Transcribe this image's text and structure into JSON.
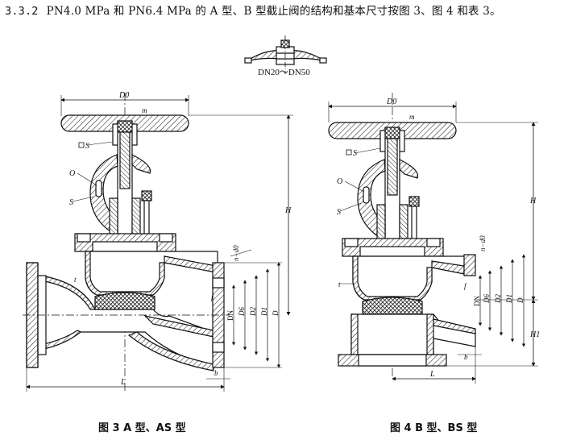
{
  "heading": {
    "number": "3.3.2",
    "text": "PN4.0 MPa 和 PN6.4 MPa 的 A 型、B 型截止阀的结构和基本尺寸按图 3、图 4 和表 3。"
  },
  "inset_label": "DN20～DN50",
  "figure_a": {
    "caption": "图 3   A 型、AS 型",
    "labels": {
      "D0": "D0",
      "m": "m",
      "S": "S",
      "O": "O",
      "S2": "S",
      "H": "H",
      "nd0": "n−d0",
      "f": "f",
      "DN": "DN",
      "D6": "D6",
      "D2": "D2",
      "D1": "D1",
      "D": "D",
      "L": "L",
      "b": "b",
      "t": "t"
    }
  },
  "figure_b": {
    "caption": "图 4   B 型、BS 型",
    "labels": {
      "D0": "D0",
      "m": "m",
      "S": "S",
      "O": "O",
      "S2": "S",
      "H": "H",
      "H1": "H1",
      "nd0": "n−d0",
      "f": "f",
      "DN": "DN",
      "D6": "D6",
      "D2": "D2",
      "D1": "D1",
      "D": "D",
      "L": "L",
      "b": "b",
      "t": "t"
    }
  }
}
